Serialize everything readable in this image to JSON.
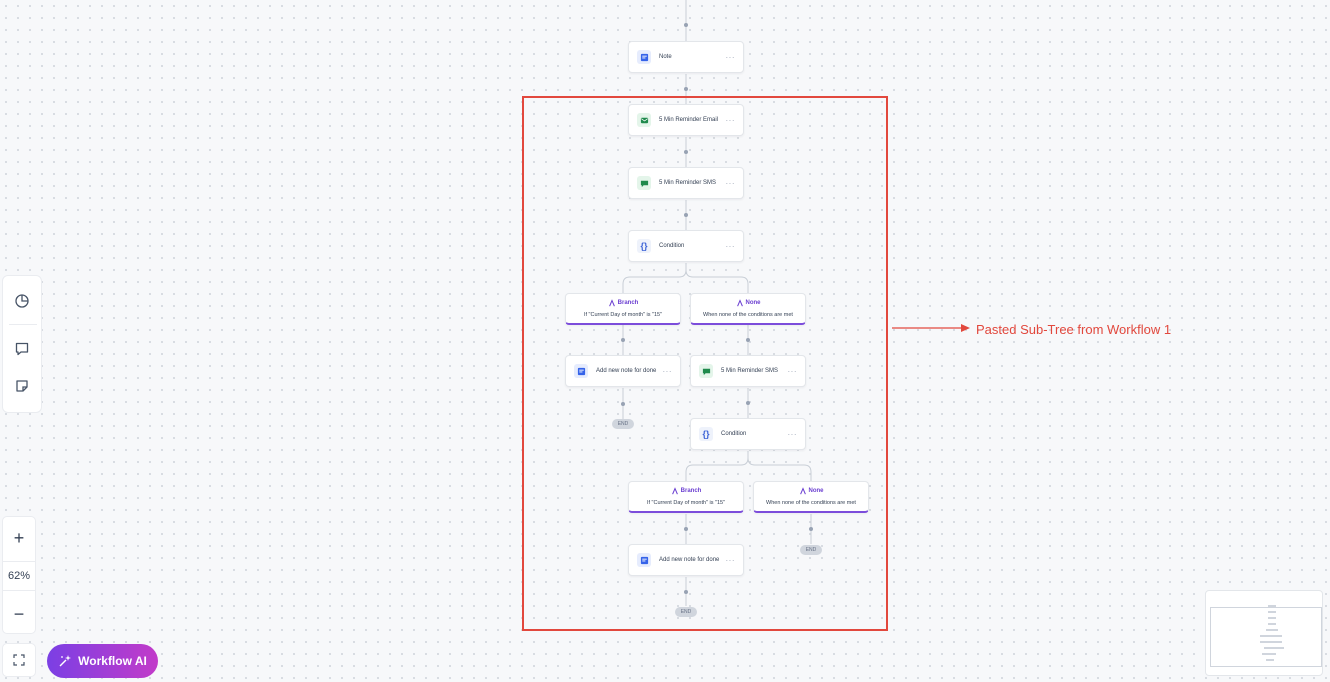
{
  "canvas": {
    "nodes": {
      "note": {
        "label": "Note",
        "more": "···"
      },
      "email": {
        "label": "5 Min Reminder Email",
        "more": "···"
      },
      "sms": {
        "label": "5 Min Reminder SMS",
        "more": "···"
      },
      "condition1": {
        "label": "Condition",
        "more": "···"
      },
      "branch1": {
        "title": "Branch",
        "subtitle": "If \"Current Day of month\" is \"15\""
      },
      "none1": {
        "title": "None",
        "subtitle": "When none of the conditions are met"
      },
      "addnote1": {
        "label": "Add new note for done",
        "more": "···"
      },
      "sms2": {
        "label": "5 Min Reminder SMS",
        "more": "···"
      },
      "end1": {
        "label": "END"
      },
      "condition2": {
        "label": "Condition",
        "more": "···"
      },
      "branch2": {
        "title": "Branch",
        "subtitle": "If \"Current Day of month\" is \"15\""
      },
      "none2": {
        "title": "None",
        "subtitle": "When none of the conditions are met"
      },
      "end2": {
        "label": "END"
      },
      "addnote2": {
        "label": "Add new note for done",
        "more": "···"
      },
      "end3": {
        "label": "END"
      }
    },
    "annotation": "Pasted Sub-Tree from Workflow 1",
    "highlight_color": "#e2483d",
    "branch_accent": "#7c4ddb"
  },
  "toolbar": {
    "tools": [
      "history-icon",
      "comment-icon",
      "sticky-note-icon"
    ]
  },
  "zoom": {
    "in": "+",
    "level": "62%",
    "out": "−"
  },
  "ai_button": {
    "label": "Workflow AI",
    "icon": "sparkle-wand-icon"
  }
}
